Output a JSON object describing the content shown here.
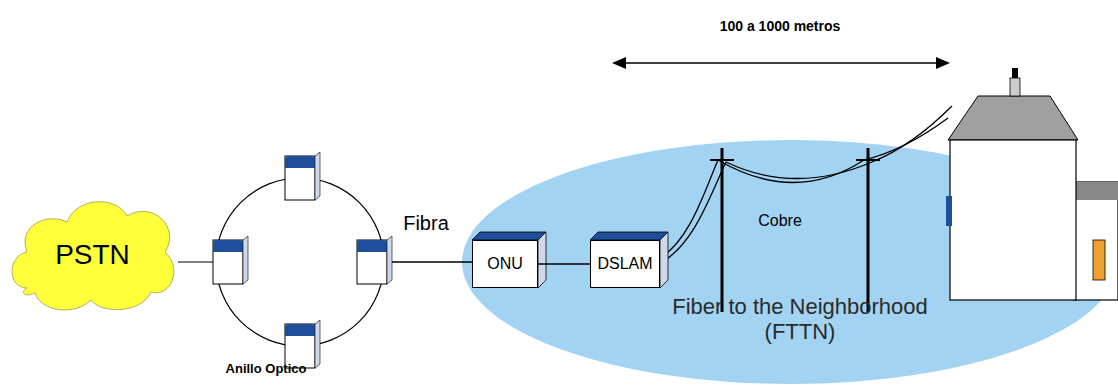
{
  "diagram": {
    "nodes": [
      {
        "text": [
          "PSTN"
        ]
      },
      {
        "text": [
          "ONU"
        ]
      },
      {
        "text": [
          "DSLAM"
        ]
      }
    ],
    "edges": [
      {
        "from": 1,
        "to": 2,
        "arrow": "none"
      }
    ],
    "labels": [
      "100 a 1000 metros",
      "Fibra",
      "Cobre",
      "Fiber to the Neighborhood (FTTN)",
      "Anillo Optico"
    ]
  }
}
